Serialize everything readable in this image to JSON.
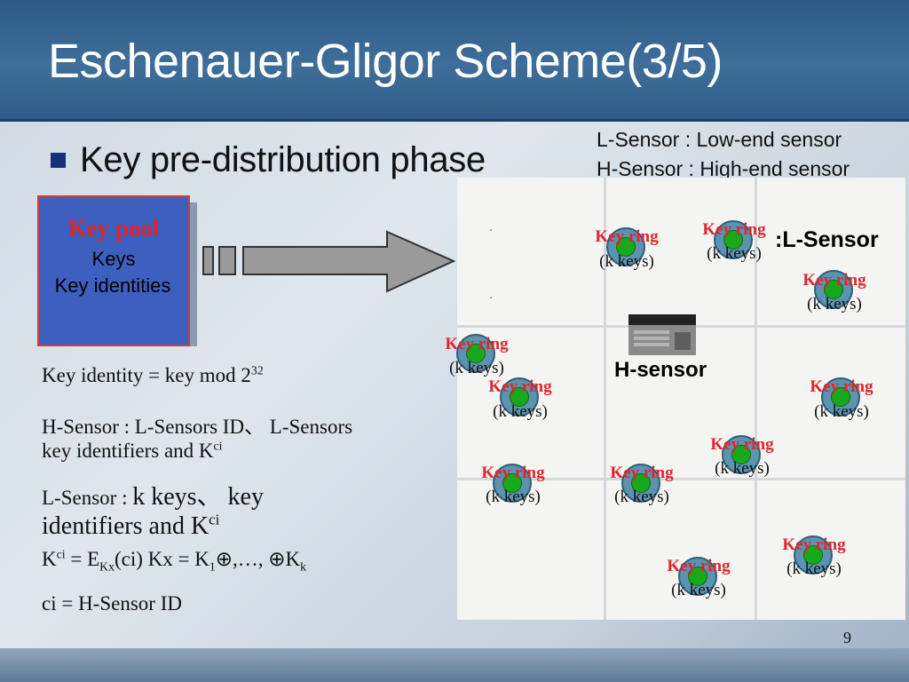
{
  "slide": {
    "title": "Eschenauer-Gligor Scheme(3/5)",
    "heading": "Key pre-distribution phase",
    "legend_l": "L-Sensor : Low-end sensor",
    "legend_h": "H-Sensor : High-end sensor",
    "page_number": "9"
  },
  "key_pool": {
    "title": "Key pool",
    "line1": "Keys",
    "line2": "Key identities"
  },
  "notes": {
    "n1_text": "Key identity = key mod 2",
    "n1_sup": "32",
    "n2_text": "H-Sensor : L-Sensors ID、 L-Sensors",
    "n3_text": "key identifiers and K",
    "n3_sup": "ci",
    "n4_a": "L-Sensor : ",
    "n4_b": "k keys、 key",
    "n5_text": "identifiers and K",
    "n5_sup": "ci",
    "n6_k": "K",
    "n6_ci": "ci",
    "n6_eq": " = E",
    "n6_kx": "Kx",
    "n6_rest": "(ci)       Kx = K",
    "n6_1": "1",
    "n6_mid": "⊕,…, ⊕K",
    "n6_k2": "k",
    "n7_text": "ci = H-Sensor ID"
  },
  "diagram": {
    "lsensor_label": ":L-Sensor",
    "hsensor_label": "H-sensor",
    "ring_label": "Key ring",
    "keys_label": "(k keys)",
    "hsensor_icon": "sensor-device-icon",
    "colors": {
      "ring": "#5b93b0",
      "core": "#18a81c",
      "label_red": "#e0262b",
      "pool_blue": "#3d5fbf"
    }
  }
}
